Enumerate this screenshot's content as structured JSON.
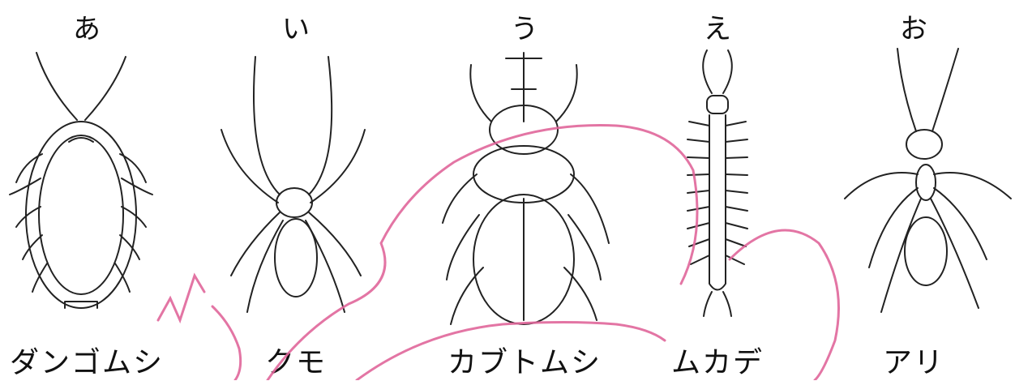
{
  "choices": [
    {
      "letter": "あ",
      "name": "ダンゴムシ"
    },
    {
      "letter": "い",
      "name": "クモ"
    },
    {
      "letter": "う",
      "name": "カブトムシ"
    },
    {
      "letter": "え",
      "name": "ムカデ"
    },
    {
      "letter": "お",
      "name": "アリ"
    }
  ],
  "colors": {
    "line": "#222222",
    "pen": "#e0669a"
  }
}
